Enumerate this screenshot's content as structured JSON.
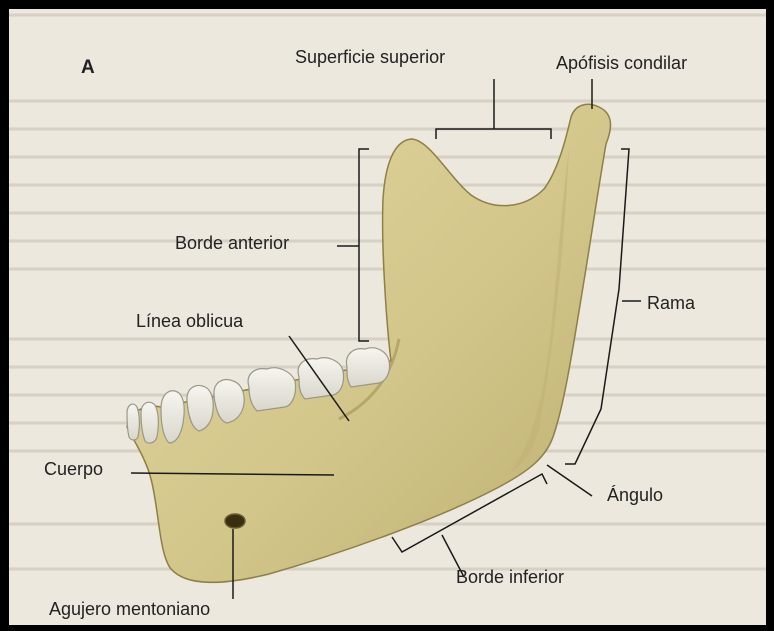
{
  "figure": {
    "panel_letter": "A",
    "labels": {
      "superficie_superior": "Superficie superior",
      "apofisis_condilar": "Apófisis condilar",
      "borde_anterior": "Borde anterior",
      "rama": "Rama",
      "linea_oblicua": "Línea oblicua",
      "cuerpo": "Cuerpo",
      "angulo": "Ángulo",
      "borde_inferior": "Borde inferior",
      "agujero_mentoniano": "Agujero mentoniano"
    }
  },
  "colors": {
    "bone": "#d8cc93",
    "bone_shadow": "#b9ab6c",
    "teeth": "#ecebe4",
    "line": "#1a1a1a",
    "paper": "#ece8dd",
    "frame": "#000000"
  }
}
